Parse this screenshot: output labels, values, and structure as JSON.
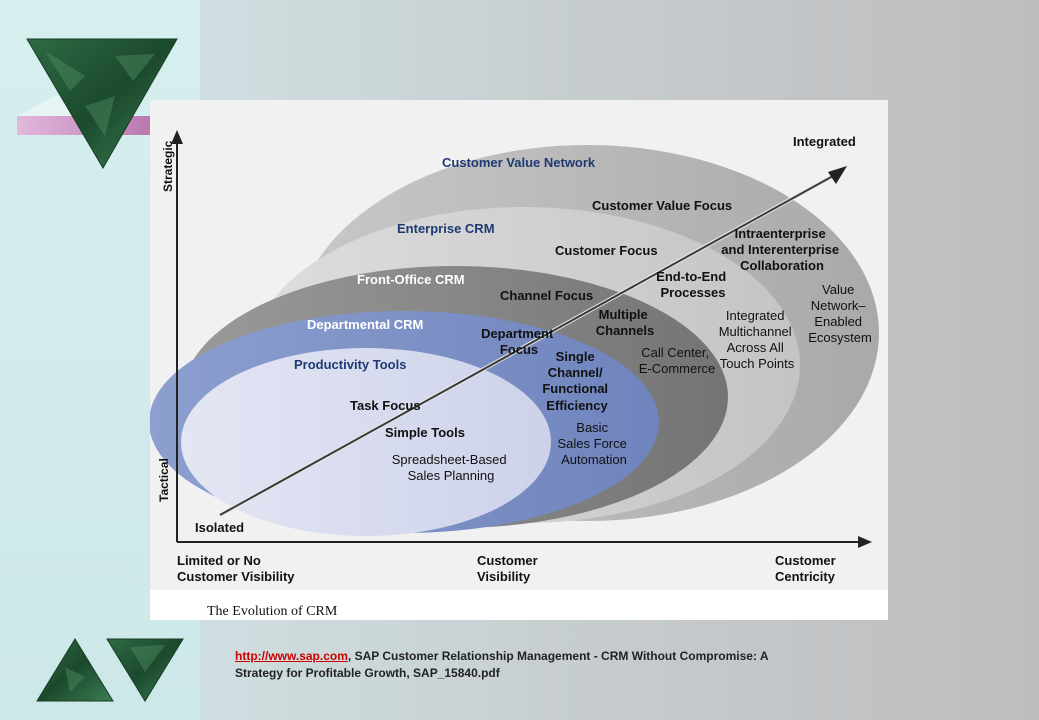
{
  "diagram": {
    "caption": "The Evolution of CRM",
    "axis_y": {
      "top": "Strategic",
      "bottom": "Tactical"
    },
    "arrow": {
      "start_label": "Isolated",
      "end_label": "Integrated"
    },
    "axis_x": [
      {
        "line1": "Limited or No",
        "line2": "Customer Visibility"
      },
      {
        "line1": "Customer",
        "line2": "Visibility"
      },
      {
        "line1": "Customer",
        "line2": "Centricity"
      }
    ],
    "layers": {
      "customer_value_network": {
        "title": "Customer Value Network",
        "focus": "Customer Value Focus",
        "items": [
          "Intraenterprise",
          "and Interenterprise",
          "Collaboration"
        ],
        "desc": [
          "Value",
          "Network–",
          "Enabled",
          "Ecosystem"
        ]
      },
      "enterprise_crm": {
        "title": "Enterprise CRM",
        "focus": "Customer Focus",
        "items": [
          "End-to-End",
          "Processes"
        ],
        "desc": [
          "Integrated",
          "Multichannel",
          "Across All",
          "Touch Points"
        ]
      },
      "front_office_crm": {
        "title": "Front-Office CRM",
        "focus": "Channel Focus",
        "items": [
          "Multiple",
          "Channels"
        ],
        "desc": [
          "Call Center,",
          "E-Commerce"
        ]
      },
      "departmental_crm": {
        "title": "Departmental CRM",
        "focus": [
          "Department",
          "Focus"
        ],
        "items": [
          "Single",
          "Channel/",
          "Functional",
          "Efficiency"
        ],
        "desc": [
          "Basic",
          "Sales Force",
          "Automation"
        ]
      },
      "productivity_tools": {
        "title": "Productivity Tools",
        "focus": "Task Focus",
        "items": "Simple Tools",
        "desc": [
          "Spreadsheet-Based",
          "Sales Planning"
        ]
      }
    }
  },
  "footer": {
    "link": "http://www.sap.com",
    "text_line1": ", SAP Customer Relationship Management - CRM Without Compromise: A",
    "text_line2": "Strategy for Profitable Growth, SAP_15840.pdf"
  },
  "colors": {
    "outer_ellipse": "#b9b9b9",
    "enterprise_ellipse": "#d3d3d3",
    "front_office_ellipse": "#8c8c8c",
    "departmental_ellipse": "#7f93c6",
    "productivity_ellipse": "#d7dbef",
    "title_blue": "#1f3a73",
    "link_red": "#cc0000"
  }
}
